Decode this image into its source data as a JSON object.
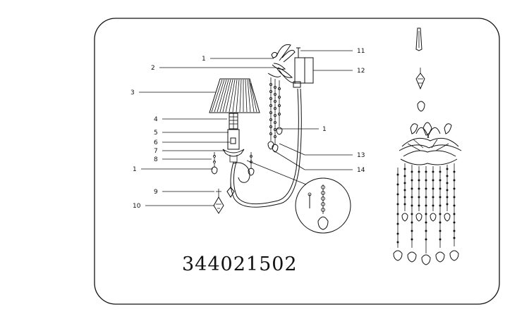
{
  "drawing": {
    "model_number": "344021502",
    "callouts_left": [
      "1",
      "2",
      "3",
      "4",
      "5",
      "6",
      "7",
      "8",
      "1",
      "9",
      "10"
    ],
    "callouts_right": [
      "11",
      "12",
      "1",
      "13",
      "14"
    ]
  }
}
